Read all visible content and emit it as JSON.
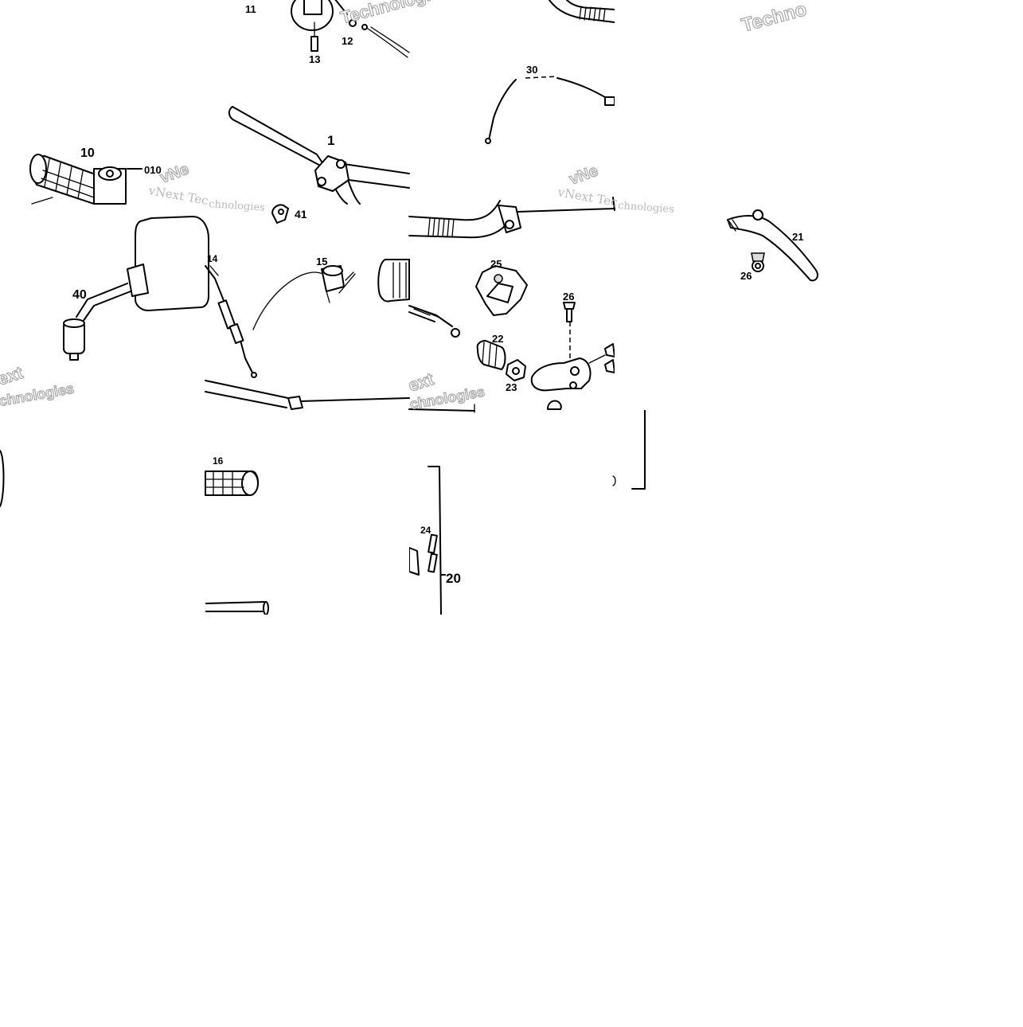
{
  "diagram": {
    "part_labels": {
      "p1": "1",
      "p10": "10",
      "p010": "010",
      "p11": "11",
      "p12": "12",
      "p13": "13",
      "p14": "14",
      "p15": "15",
      "p16": "16",
      "p20": "20",
      "p21": "21",
      "p22": "22",
      "p23": "23",
      "p24": "24",
      "p25": "25",
      "p26a": "26",
      "p26b": "26",
      "p30": "30",
      "p40": "40",
      "p41": "41"
    },
    "watermarks": {
      "w1": "Technologies",
      "w2": "Techno",
      "w3": "vNext Tec",
      "w4": "vNe",
      "w5": "vNext Tec",
      "w6": "vNe",
      "w7": "chnologies",
      "w8": "chnologies",
      "w9": "ext",
      "w10": "chnologies",
      "w11": "ext",
      "w12": "chnologies"
    }
  }
}
